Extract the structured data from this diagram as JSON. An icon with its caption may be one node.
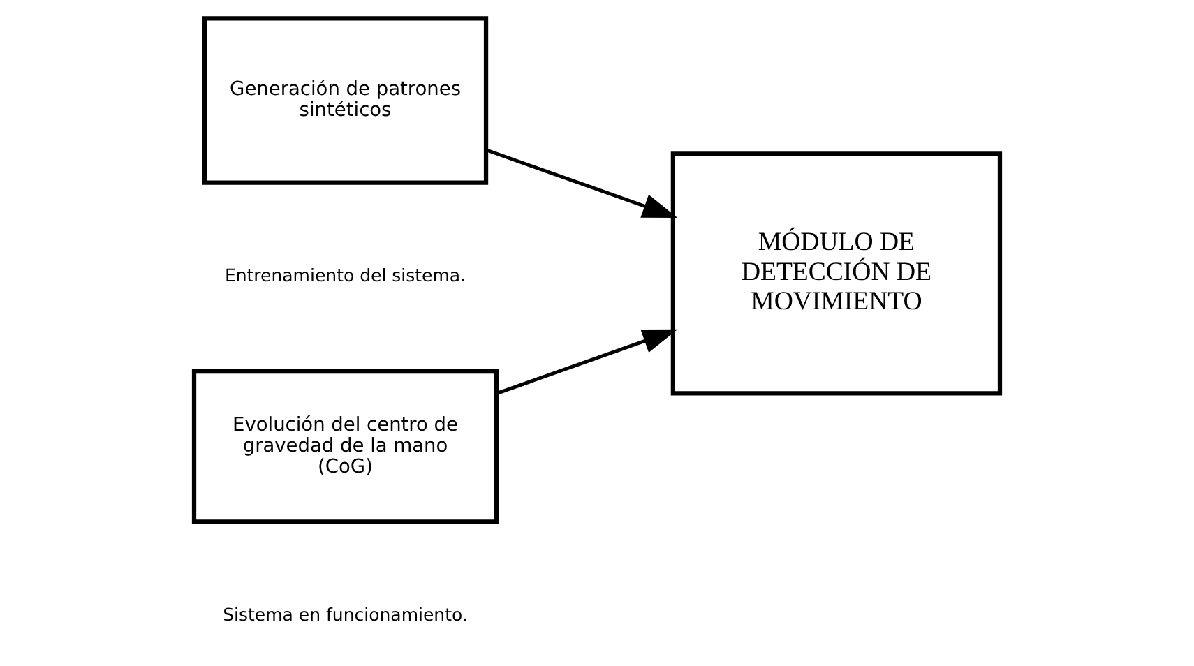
{
  "diagram": {
    "nodes": [
      {
        "text": [
          "Generación de patrones sintéticos"
        ]
      },
      {
        "text": [
          "Evolución del centro de gravedad de la mano (CoG)"
        ]
      },
      {
        "text": [
          "MÓDULO DE DETECCIÓN DE MOVIMIENTO"
        ]
      }
    ],
    "edges": [
      {
        "from": 0,
        "to": 2,
        "arrow": "to"
      },
      {
        "from": 1,
        "to": 2,
        "arrow": "to"
      }
    ],
    "labels": [
      "Entrenamiento del sistema.",
      "Sistema en funcionamiento."
    ]
  }
}
